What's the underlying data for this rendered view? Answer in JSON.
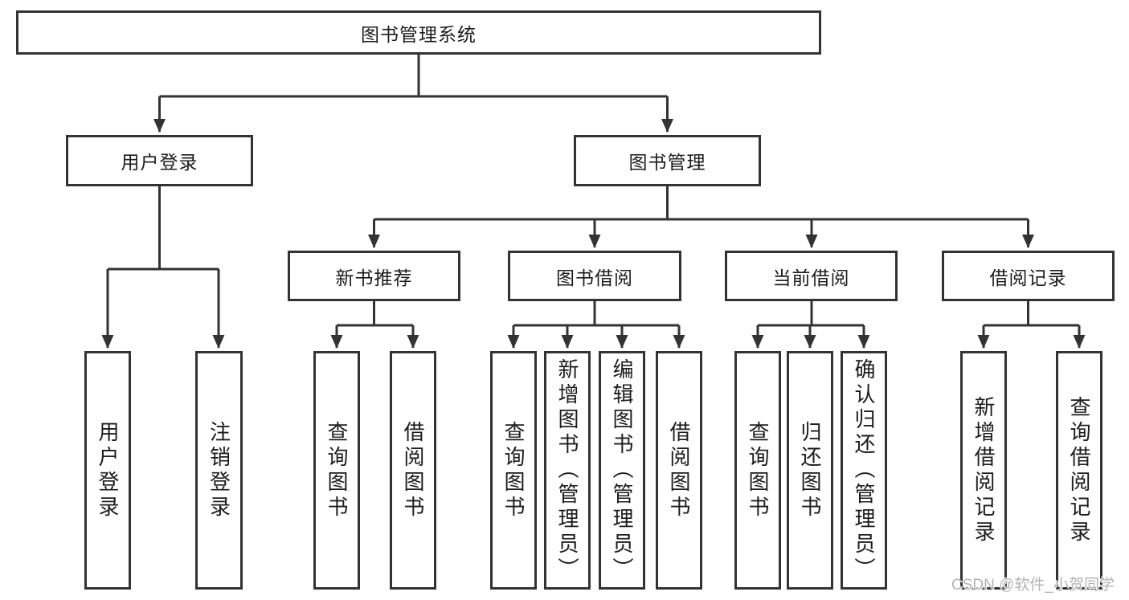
{
  "diagram": {
    "root": "图书管理系统",
    "level2": {
      "user_login": "用户登录",
      "book_mgmt": "图书管理"
    },
    "level3": {
      "new_books": "新书推荐",
      "book_borrow": "图书借阅",
      "current_borrow": "当前借阅",
      "borrow_records": "借阅记录"
    },
    "leaves": {
      "login": "用户登录",
      "logout": "注销登录",
      "nb_query": "查询图书",
      "nb_borrow": "借阅图书",
      "bb_query": "查询图书",
      "bb_add": "新增图书（管理员）",
      "bb_edit": "编辑图书（管理员）",
      "bb_borrow": "借阅图书",
      "cb_query": "查询图书",
      "cb_return": "归还图书",
      "cb_confirm": "确认归还（管理员）",
      "br_add": "新增借阅记录",
      "br_query": "查询借阅记录"
    }
  },
  "colors": {
    "line": "#333333",
    "border": "#333333",
    "text": "#1c1c1c",
    "watermark": "#b3b3b3"
  },
  "watermark": "CSDN @软件_小贺同学"
}
